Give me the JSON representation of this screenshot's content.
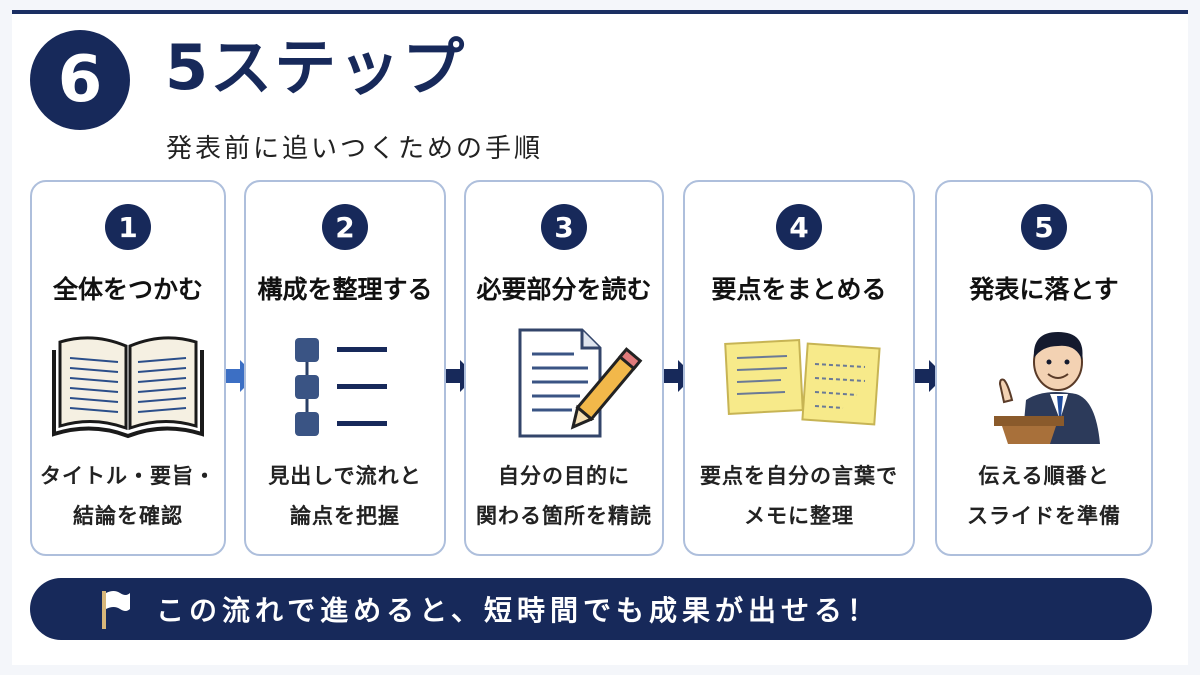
{
  "header": {
    "badge": "6",
    "title": "5ステップ",
    "subtitle": "発表前に追いつくための手順"
  },
  "steps": [
    {
      "number": "1",
      "heading": "全体をつかむ",
      "desc_line1": "タイトル・要旨・",
      "desc_line2": "結論を確認",
      "icon": "open-book-icon"
    },
    {
      "number": "2",
      "heading": "構成を整理する",
      "desc_line1": "見出しで流れと",
      "desc_line2": "論点を把握",
      "icon": "outline-list-icon"
    },
    {
      "number": "3",
      "heading": "必要部分を読む",
      "desc_line1": "自分の目的に",
      "desc_line2": "関わる箇所を精読",
      "icon": "document-pencil-icon"
    },
    {
      "number": "4",
      "heading": "要点をまとめる",
      "desc_line1": "要点を自分の言葉で",
      "desc_line2": "メモに整理",
      "icon": "sticky-notes-icon"
    },
    {
      "number": "5",
      "heading": "発表に落とす",
      "desc_line1": "伝える順番と",
      "desc_line2": "スライドを準備",
      "icon": "presenter-icon"
    }
  ],
  "banner": {
    "text": "この流れで進めると、短時間でも成果が出せる！",
    "icon": "flag-icon"
  },
  "colors": {
    "navy": "#17295a",
    "card_border": "#aebfdc",
    "arrow_light": "#3c6fc4",
    "sticky_yellow": "#f7ea8a"
  }
}
